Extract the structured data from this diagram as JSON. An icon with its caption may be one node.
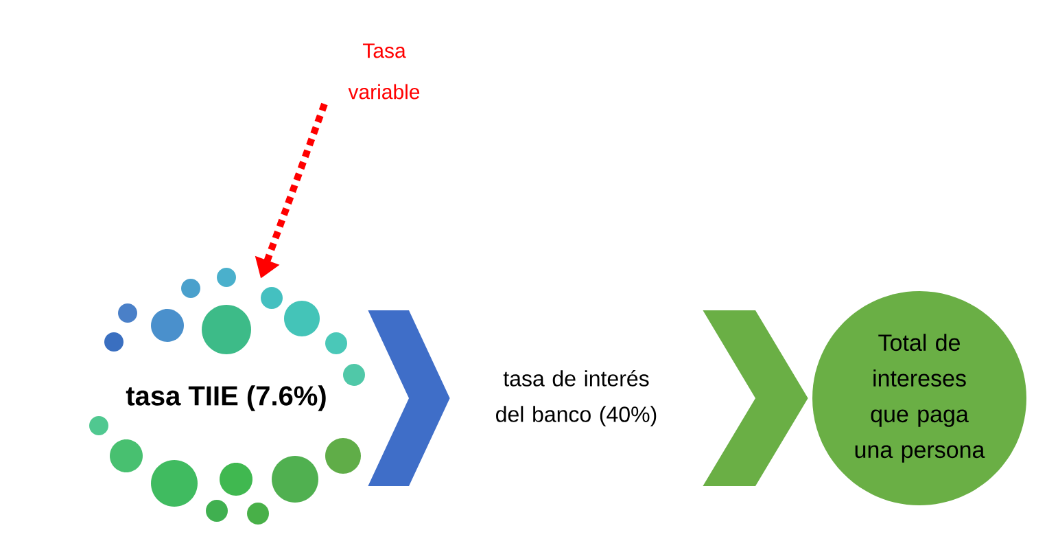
{
  "diagram": {
    "nodes": [
      {
        "text": [
          "Tasa variable"
        ]
      },
      {
        "text": [
          "tasa TIIE (7.6%)"
        ]
      },
      {
        "text": [
          "tasa de interés del banco (40%)"
        ]
      },
      {
        "text": [
          "Total de intereses que paga una persona"
        ]
      }
    ],
    "edges": [
      {
        "from": 0,
        "to": 1,
        "arrow": "to",
        "style": "dashed",
        "color": "#ff0000"
      },
      {
        "from": 1,
        "to": 2,
        "arrow": "to",
        "color": "#3f6ec8"
      },
      {
        "from": 2,
        "to": 3,
        "arrow": "to",
        "color": "#6aaf45"
      }
    ]
  }
}
